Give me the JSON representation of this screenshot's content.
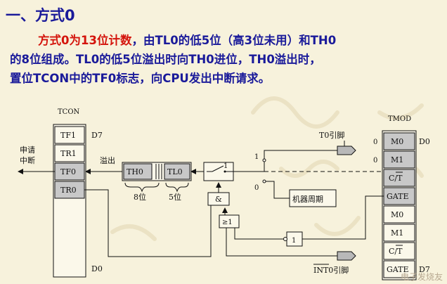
{
  "title": "一、方式0",
  "paragraph": {
    "line1_red": "方式0为13位计数",
    "line1_rest": "，由TL0的低5位（高3位未用）和TH0",
    "line2": "的8位组成。TL0的低5位溢出时向TH0进位，TH0溢出时，",
    "line3": "置位TCON中的TF0标志，向CPU发出中断请求。"
  },
  "diagram": {
    "tcon": {
      "name": "TCON",
      "cells": [
        "TF1",
        "TR1",
        "TF0",
        "TR0"
      ],
      "d7": "D7",
      "d0": "D0"
    },
    "tmod": {
      "name": "TMOD",
      "cells": [
        "M0",
        "M1",
        "C/T",
        "GATE",
        "M0",
        "M1",
        "C/T",
        "GATE"
      ],
      "m0_value": "0",
      "m1_value": "0",
      "d0": "D0",
      "d7": "D7"
    },
    "interrupt_label_1": "申请",
    "interrupt_label_2": "中断",
    "overflow_label": "溢出",
    "th0": "TH0",
    "tl0": "TL0",
    "th0_bits": "8位",
    "tl0_bits": "5位",
    "t0_pin": "T0引脚",
    "machine_cycle": "机器周期",
    "switch_1": "1",
    "switch_0": "0",
    "ctrl_switch_1": "1",
    "and_gate": "&",
    "or_gate": "≥1",
    "not_gate": "1",
    "int0_pin": "INT0引脚"
  },
  "watermark": "电子发烧友"
}
